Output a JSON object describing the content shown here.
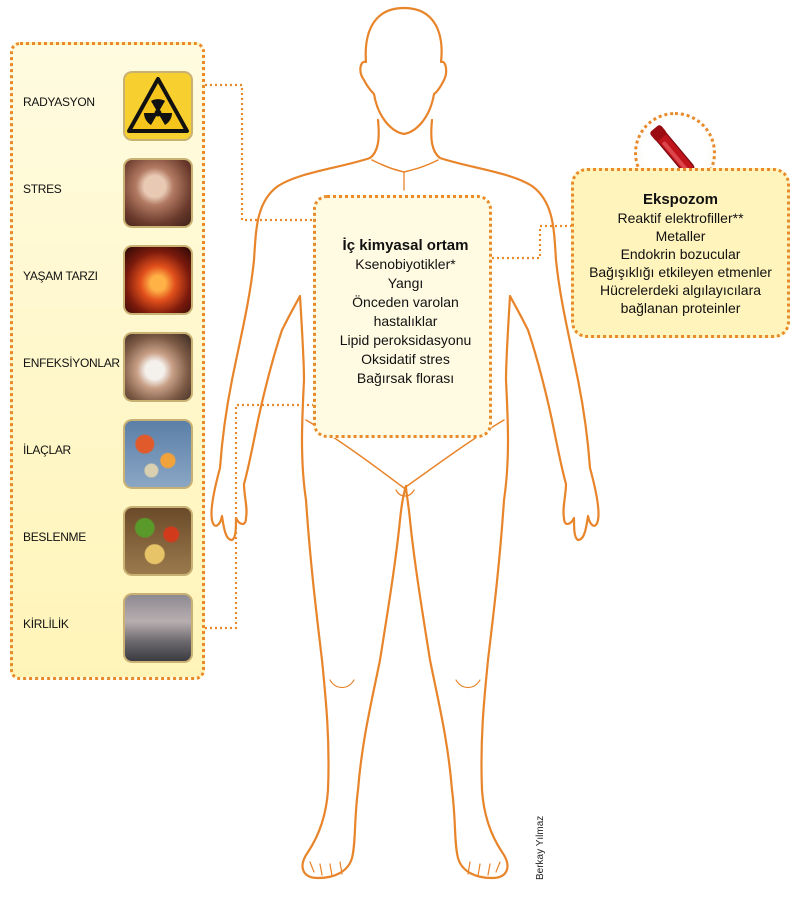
{
  "left_panel": {
    "items": [
      {
        "label": "RADYASYON",
        "icon": "radiation-warning-icon"
      },
      {
        "label": "STRES",
        "icon": "stressed-person-photo"
      },
      {
        "label": "YAŞAM TARZI",
        "icon": "lifestyle-fire-photo"
      },
      {
        "label": "ENFEKSİYONLAR",
        "icon": "sneezing-person-photo"
      },
      {
        "label": "İLAÇLAR",
        "icon": "pills-photo"
      },
      {
        "label": "BESLENME",
        "icon": "food-photo"
      },
      {
        "label": "KİRLİLİK",
        "icon": "pollution-photo"
      }
    ]
  },
  "internal": {
    "title": "İç kimyasal ortam",
    "items": [
      "Ksenobiyotikler*",
      "Yangı",
      "Önceden varolan",
      "hastalıklar",
      "Lipid peroksidasyonu",
      "Oksidatif stres",
      "Bağırsak florası"
    ]
  },
  "exposome": {
    "title": "Ekspozom",
    "items": [
      "Reaktif elektrofiller**",
      "Metaller",
      "Endokrin bozucular",
      "Bağışıklığı etkileyen etmenler",
      "Hücrelerdeki algılayıcılara",
      "bağlanan proteinler"
    ]
  },
  "credit": "Berkay Yılmaz",
  "colors": {
    "outline": "#e88a2a",
    "panel_fill": "#fff4b8",
    "body_line": "#e8842a"
  }
}
